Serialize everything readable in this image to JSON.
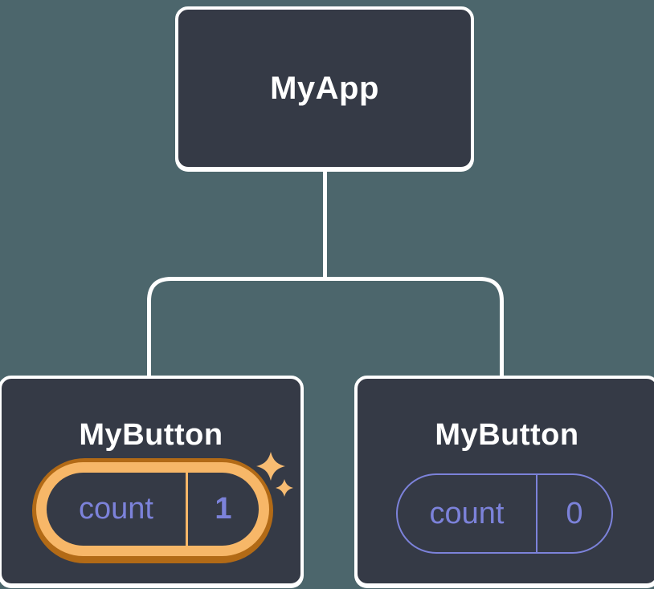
{
  "colors": {
    "background": "#4C666C",
    "node-fill": "#353A46",
    "node-border": "#FFFFFF",
    "connector": "#FFFFFF",
    "state-purple": "#7C82DA",
    "highlight-orange": "#F7B768",
    "highlight-orange-dark": "#B26A16",
    "sparkle": "#F8BC72",
    "title-text": "#FFFFFF"
  },
  "tree": {
    "root": {
      "label": "MyApp"
    },
    "children": [
      {
        "label": "MyButton",
        "highlighted": true,
        "state": {
          "name": "count",
          "value": "1"
        }
      },
      {
        "label": "MyButton",
        "highlighted": false,
        "state": {
          "name": "count",
          "value": "0"
        }
      }
    ]
  }
}
